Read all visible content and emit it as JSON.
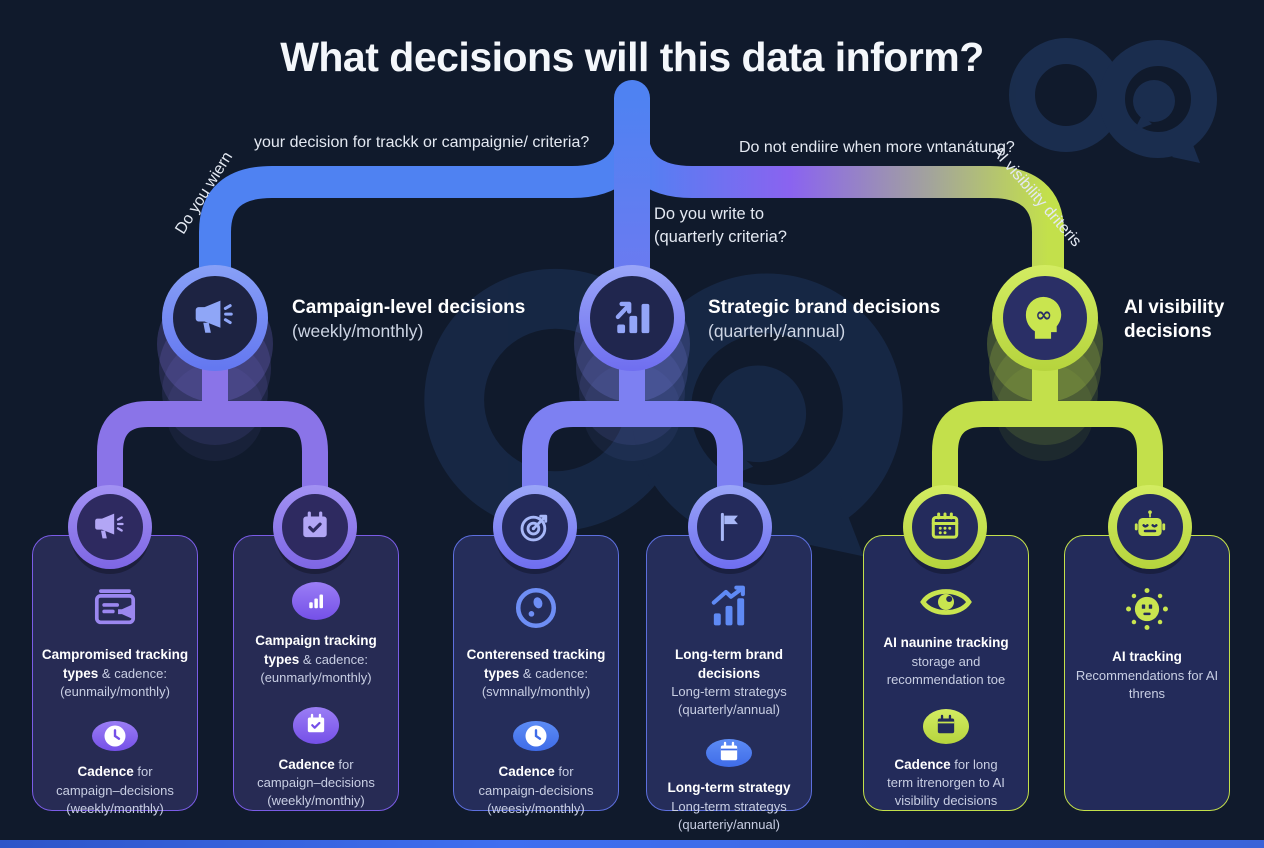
{
  "title": "What decisions will this data inform?",
  "edge_labels": {
    "left_curved": "Do you wiern",
    "left": "your decision for trackk or campaignie/ criteria?",
    "right": "Do not endiire when more vntanátung?",
    "right_curved": "AI visibility driteris",
    "center_line1": "Do you write to",
    "center_line2": "(quarterly criteria?"
  },
  "branches": [
    {
      "title": "Campaign-level decisions",
      "subtitle": "(weekly/monthly)",
      "icon": "megaphone-icon"
    },
    {
      "title": "Strategic brand decisions",
      "subtitle": "(quarterly/annual)",
      "icon": "bar-chart-arrow-icon"
    },
    {
      "title": "AI visibility",
      "subtitle": "decisions",
      "icon": "head-infinity-icon"
    }
  ],
  "sub_nodes": [
    {
      "icon": "megaphone-icon"
    },
    {
      "icon": "calendar-check-icon"
    },
    {
      "icon": "target-icon"
    },
    {
      "icon": "flag-icon"
    },
    {
      "icon": "calendar-icon"
    },
    {
      "icon": "robot-icon"
    }
  ],
  "cards": [
    {
      "sections": [
        {
          "icon": "document-megaphone-icon",
          "bold": "Campromised tracking types",
          "rest": "& cadence:",
          "sub": "(eunmaily/monthly)"
        },
        {
          "icon": "clock-icon",
          "bold": "Cadence",
          "rest": "for",
          "sub": "campaign–decisions (weekly/monthly)"
        }
      ]
    },
    {
      "sections": [
        {
          "icon": "bar-chart-icon",
          "bold": "Campaign tracking types",
          "rest": "& cadence:",
          "sub": "(eunmarly/monthly)"
        },
        {
          "icon": "calendar-check-icon",
          "bold": "Cadence",
          "rest": "for",
          "sub": "campaign–decisions (weekly/monthiy)"
        }
      ]
    },
    {
      "sections": [
        {
          "icon": "alert-circle-icon",
          "bold": "Conterensed tracking types",
          "rest": "& cadence:",
          "sub": "(svmnally/monthly)"
        },
        {
          "icon": "clock-icon",
          "bold": "Cadence",
          "rest": "for",
          "sub": "campaign-decisions (weesiy/monthly)"
        }
      ]
    },
    {
      "sections": [
        {
          "icon": "chart-growth-icon",
          "bold": "Long-term brand decisions",
          "rest": "",
          "sub": "Long-term strategys (quarterly/annual)"
        },
        {
          "icon": "calendar-icon",
          "bold": "Long-term strategy",
          "rest": "",
          "sub": "Long-term strategys (quarteriy/annual)"
        }
      ]
    },
    {
      "sections": [
        {
          "icon": "eye-icon",
          "bold": "AI naunine tracking",
          "rest": "",
          "sub": "storage and recommendation toe"
        },
        {
          "icon": "calendar-icon",
          "bold": "Cadence",
          "rest": "for long",
          "sub": "term itrenorgen to AI visibility decisions"
        }
      ]
    },
    {
      "sections": [
        {
          "icon": "sun-face-icon",
          "bold": "AI tracking",
          "rest": "",
          "sub": "Recommendations for AI threns"
        }
      ]
    }
  ],
  "colors": {
    "background": "#101a2c",
    "blue": "#4f82f2",
    "periwinkle": "#7d80f2",
    "purple": "#8a74e8",
    "lime": "#c3e04b",
    "watermark": "#1c3154"
  }
}
